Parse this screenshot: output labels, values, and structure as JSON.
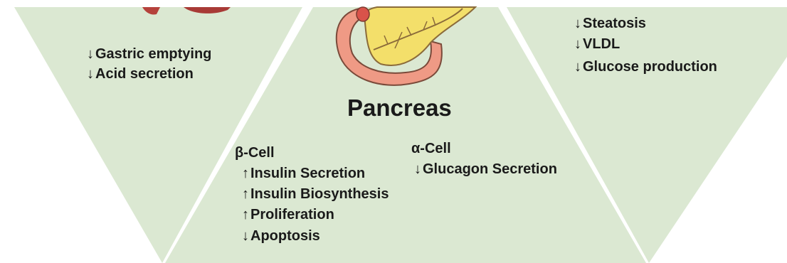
{
  "colors": {
    "panel_green": "#dbe8d2",
    "pancreas_yellow": "#f3df6a",
    "pancreas_outline": "#8b6b3a",
    "duodenum_salmon": "#ef9a85",
    "stomach_red": "#b5413b"
  },
  "icons": [
    "stomach-icon",
    "pancreas-icon"
  ],
  "stomach": {
    "effects": [
      "Gastric emptying",
      "Acid secretion"
    ],
    "arrows": [
      "↓",
      "↓"
    ]
  },
  "liver": {
    "effects": [
      "Steatosis",
      "VLDL",
      "Glucose production"
    ],
    "arrows": [
      "↓",
      "↓",
      "↓"
    ]
  },
  "pancreas": {
    "title": "Pancreas",
    "beta_cell": {
      "label": "β-Cell",
      "effects": [
        "Insulin Secretion",
        "Insulin Biosynthesis",
        "Proliferation",
        "Apoptosis"
      ],
      "arrows": [
        "↑",
        "↑",
        "↑",
        "↓"
      ]
    },
    "alpha_cell": {
      "label": "α-Cell",
      "effects": [
        "Glucagon Secretion"
      ],
      "arrows": [
        "↓"
      ]
    }
  }
}
